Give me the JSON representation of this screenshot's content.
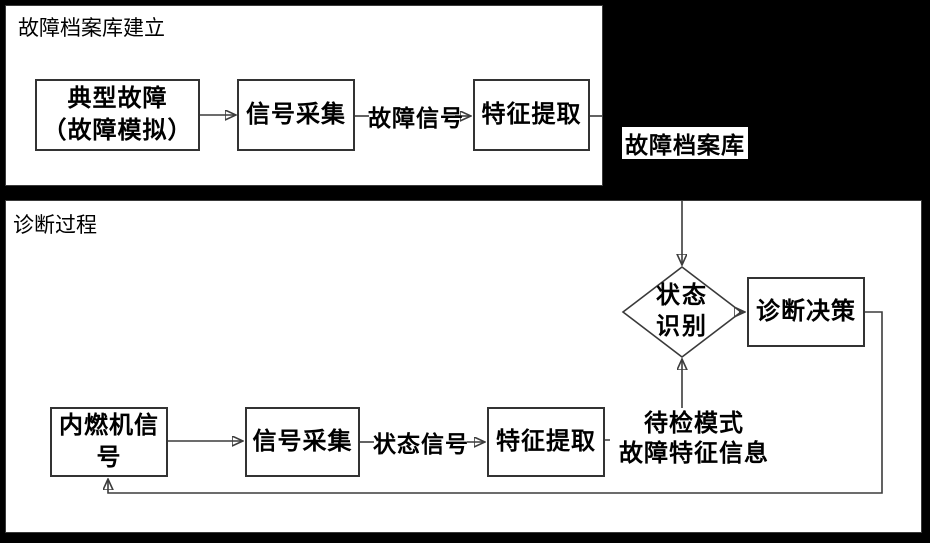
{
  "colors": {
    "background": "#000000",
    "panel": "#ffffff",
    "box_border": "#333333",
    "connector": "#3c3c3c",
    "text": "#000000"
  },
  "sections": {
    "archive": {
      "title": "故障档案库建立",
      "nodes": {
        "typical_fault": {
          "line1": "典型故障",
          "line2": "（故障模拟）"
        },
        "signal_acquisition": {
          "label": "信号采集"
        },
        "feature_extraction": {
          "label": "特征提取"
        }
      },
      "edge_labels": {
        "fault_signal": "故障信号",
        "fault_archive": "故障档案库"
      }
    },
    "diagnosis": {
      "title": "诊断过程",
      "nodes": {
        "engine_signal": {
          "line1": "内燃机信",
          "line2": "号"
        },
        "signal_acquisition": {
          "label": "信号采集"
        },
        "feature_extraction": {
          "label": "特征提取"
        },
        "state_recognition": {
          "line1": "状态",
          "line2": "识别"
        },
        "diagnosis_decision": {
          "label": "诊断决策"
        }
      },
      "edge_labels": {
        "state_signal": "状态信号",
        "pending_mode": "待检模式",
        "fault_feature_info": "故障特征信息"
      }
    }
  }
}
